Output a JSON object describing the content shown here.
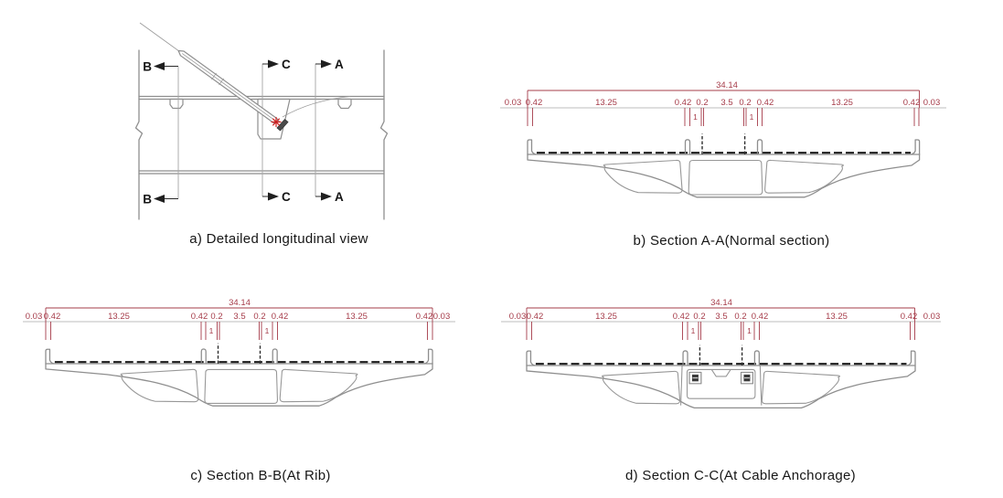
{
  "panels": {
    "a": {
      "caption": "a) Detailed longitudinal view"
    },
    "b": {
      "caption": "b) Section A-A(Normal section)"
    },
    "c": {
      "caption": "c) Section B-B(At Rib)"
    },
    "d": {
      "caption": "d) Section C-C(At Cable Anchorage)"
    }
  },
  "section_markers": {
    "B": "B",
    "C": "C",
    "A": "A"
  },
  "dimensions": {
    "overall": "34.14",
    "segments": [
      "0.03",
      "0.42",
      "13.25",
      "0.42",
      "0.2",
      "3.5",
      "0.2",
      "0.42",
      "13.25",
      "0.42",
      "0.03"
    ],
    "inner": "1"
  },
  "colors": {
    "dimension_red": "#a63c4a",
    "drawing_gray": "#8e8e8e",
    "surface_dark": "#1c1c1c",
    "anchor_marker_red": "#cc2222"
  }
}
